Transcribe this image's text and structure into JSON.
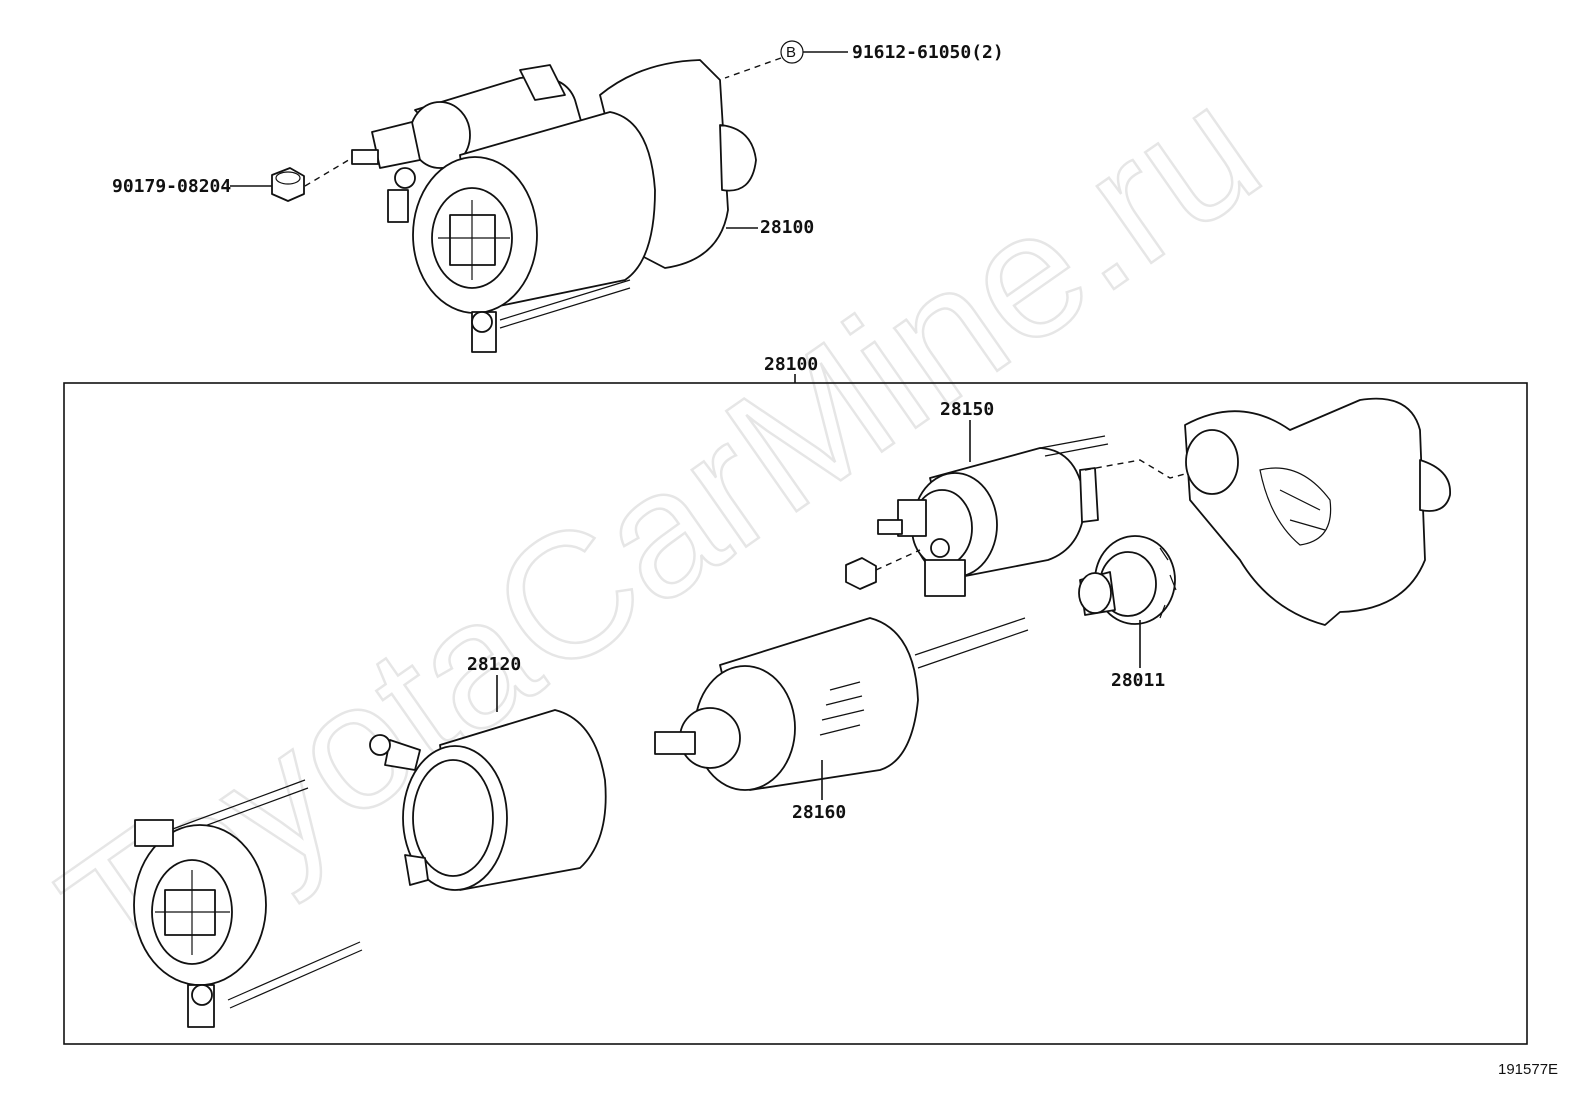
{
  "watermark": "ToyotaCarMine.ru",
  "drawing_code": "191577E",
  "callout_symbol": "B",
  "labels": {
    "nut_bolt_b": "91612-61050(2)",
    "nut_top": "90179-08204",
    "starter_assy": "28100",
    "box_title": "28100",
    "solenoid": "28150",
    "yoke": "28120",
    "armature": "28160",
    "clutch": "28011"
  }
}
